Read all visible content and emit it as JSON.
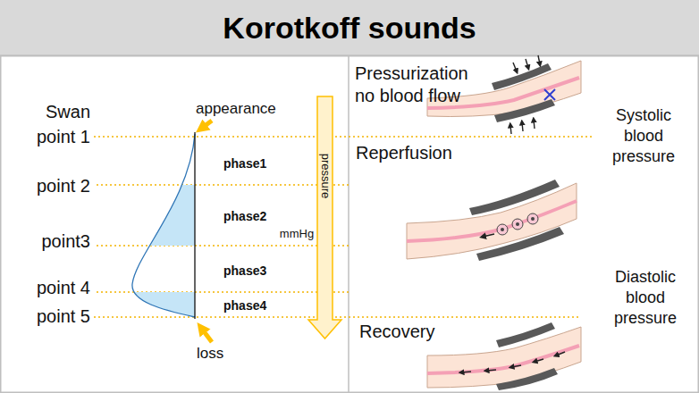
{
  "diagram": {
    "title": "Korotkoff sounds",
    "labels": [
      "Swan point 1",
      "point 2",
      "point3",
      "point 4",
      "point 5",
      "appearance",
      "phase1",
      "phase2",
      "phase3",
      "phase4",
      "pressure",
      "mmHg",
      "loss",
      "Pressurization no blood flow",
      "Systolic blood pressure",
      "Reperfusion",
      "Diastolic blood pressure",
      "Recovery"
    ]
  }
}
